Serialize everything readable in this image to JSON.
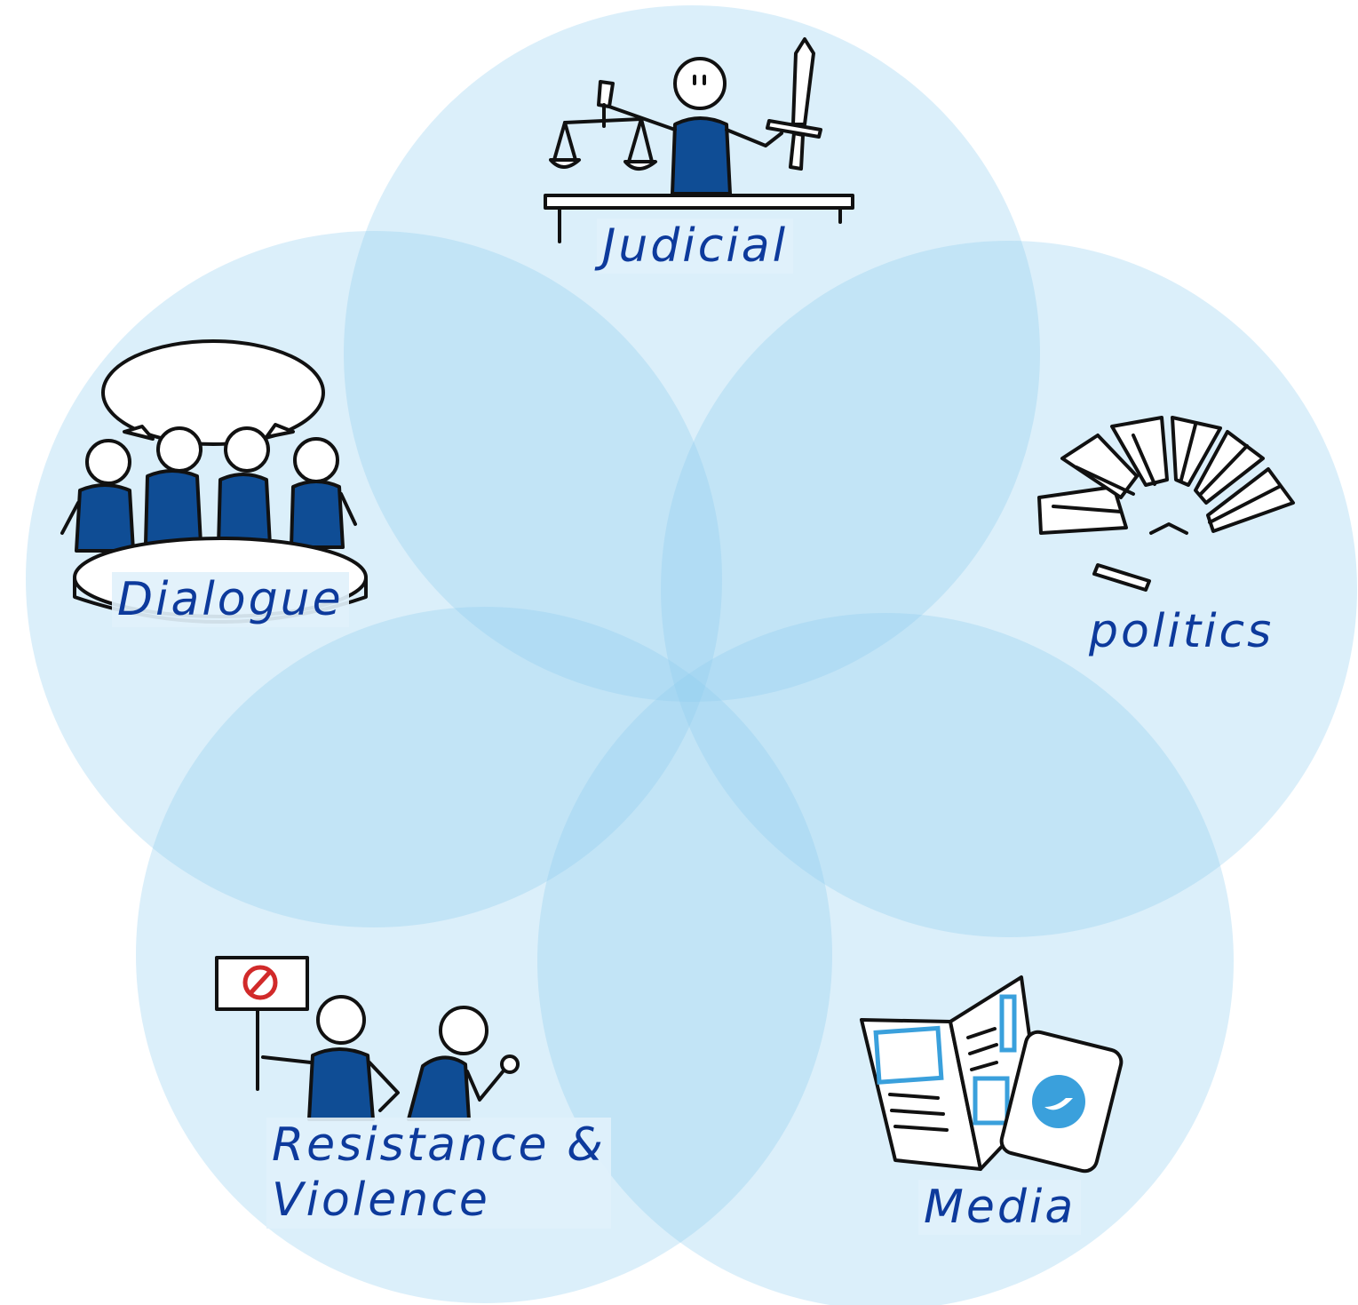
{
  "diagram": {
    "circles": [
      {
        "name": "Judicial",
        "color": "#8ecdf0"
      },
      {
        "name": "politics",
        "color": "#8ecdf0"
      },
      {
        "name": "Media",
        "color": "#8ecdf0"
      },
      {
        "name": "Resistance & Violence",
        "color": "#8ecdf0"
      },
      {
        "name": "Dialogue",
        "color": "#8ecdf0"
      }
    ],
    "labels": {
      "judicial": "Judicial",
      "politics": "politics",
      "media": "Media",
      "resistance_line1": "Resistance &",
      "resistance_line2": "Violence",
      "dialogue": "Dialogue"
    },
    "icons": {
      "judicial": "judge-with-scales-and-sword-icon",
      "politics": "parliament-hemicycle-icon",
      "media": "newspaper-and-phone-icon",
      "resistance": "protesters-with-sign-icon",
      "dialogue": "people-talking-at-table-icon"
    },
    "accent_color": "#0f4d95",
    "label_color": "#0d3a9c"
  }
}
